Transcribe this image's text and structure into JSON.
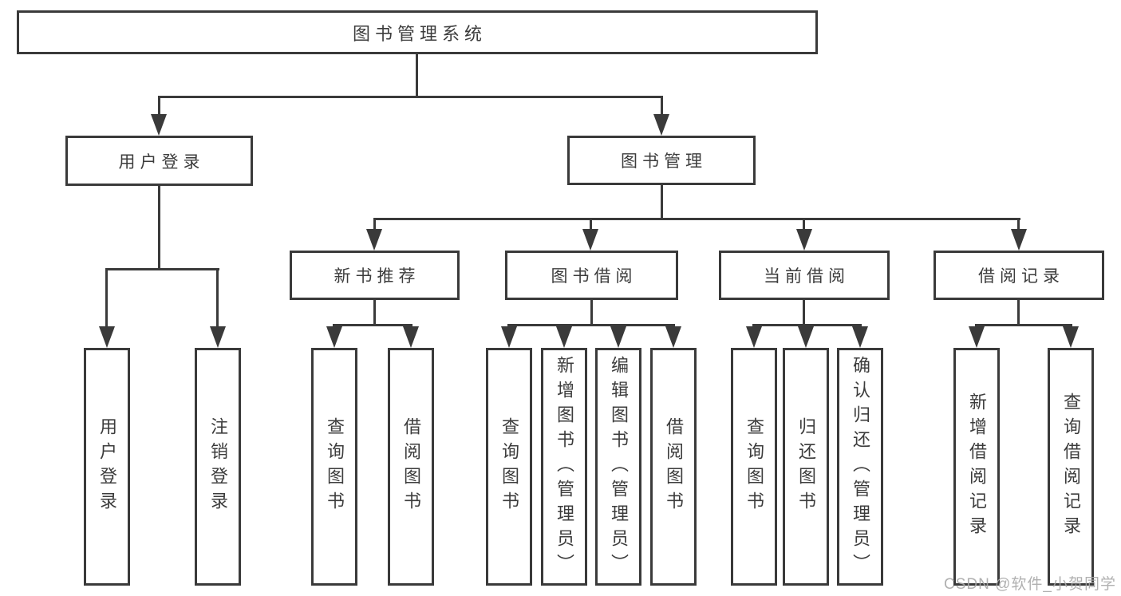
{
  "diagram": {
    "title": "图书管理系统",
    "type": "hierarchy-tree",
    "colors": {
      "line": "#3a3a3a",
      "text": "#3c3c3c",
      "node_bg": "#ffffff",
      "watermark": "#a8a8a8",
      "background": "#ffffff"
    },
    "nodes": {
      "root": {
        "label": "图书管理系统"
      },
      "user_login": {
        "label": "用户登录"
      },
      "book_management": {
        "label": "图书管理"
      },
      "new_book_recommend": {
        "label": "新书推荐"
      },
      "book_borrow": {
        "label": "图书借阅"
      },
      "current_borrow": {
        "label": "当前借阅"
      },
      "borrow_records": {
        "label": "借阅记录"
      },
      "leaves": [
        {
          "parent": "用户登录",
          "label": "用户登录"
        },
        {
          "parent": "用户登录",
          "label": "注销登录"
        },
        {
          "parent": "新书推荐",
          "label": "查询图书"
        },
        {
          "parent": "新书推荐",
          "label": "借阅图书"
        },
        {
          "parent": "图书借阅",
          "label": "查询图书"
        },
        {
          "parent": "图书借阅",
          "label": "新增图书（管理员）"
        },
        {
          "parent": "图书借阅",
          "label": "编辑图书（管理员）"
        },
        {
          "parent": "图书借阅",
          "label": "借阅图书"
        },
        {
          "parent": "当前借阅",
          "label": "查询图书"
        },
        {
          "parent": "当前借阅",
          "label": "归还图书"
        },
        {
          "parent": "当前借阅",
          "label": "确认归还（管理员）"
        },
        {
          "parent": "借阅记录",
          "label": "新增借阅记录"
        },
        {
          "parent": "借阅记录",
          "label": "查询借阅记录"
        }
      ]
    },
    "watermark_text": "CSDN @软件_小贺同学"
  }
}
